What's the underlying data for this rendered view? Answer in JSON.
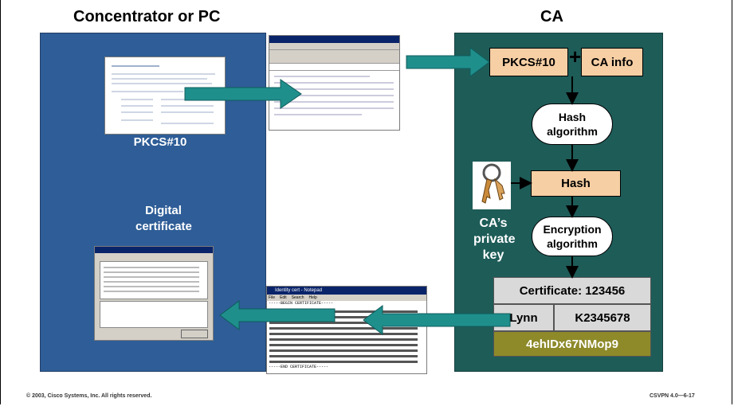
{
  "headers": {
    "left": "Concentrator or PC",
    "right": "CA"
  },
  "left_panel": {
    "pkcs_label": "PKCS#10",
    "digital_label": "Digital certificate"
  },
  "ca_panel": {
    "pkcs_box": "PKCS#10",
    "plus": "+",
    "ca_info_box": "CA info",
    "hash_algorithm": "Hash algorithm",
    "hash_box": "Hash",
    "private_key_label": "CA’s private key",
    "encryption_algorithm": "Encryption algorithm",
    "certificate": {
      "title": "Certificate: 123456",
      "name": "Lynn",
      "key": "K2345678",
      "signature": "4ehIDx67NMop9"
    }
  },
  "notepad_window": {
    "title": "Identity cert - Notepad",
    "menu": [
      "File",
      "Edit",
      "Search",
      "Help"
    ],
    "begin_line": "-----BEGIN CERTIFICATE-----",
    "end_line": "-----END CERTIFICATE-----"
  },
  "colors": {
    "left_panel": "#2e5d97",
    "right_panel": "#1e5c58",
    "arrow": "#1f8f8c",
    "peach": "#f7cfa4",
    "signature_bg": "#8e8a2a",
    "gray_box": "#d9d9d9"
  },
  "footer": {
    "copyright": "© 2003, Cisco Systems, Inc. All rights reserved.",
    "course": "CSVPN 4.0—6-17"
  }
}
